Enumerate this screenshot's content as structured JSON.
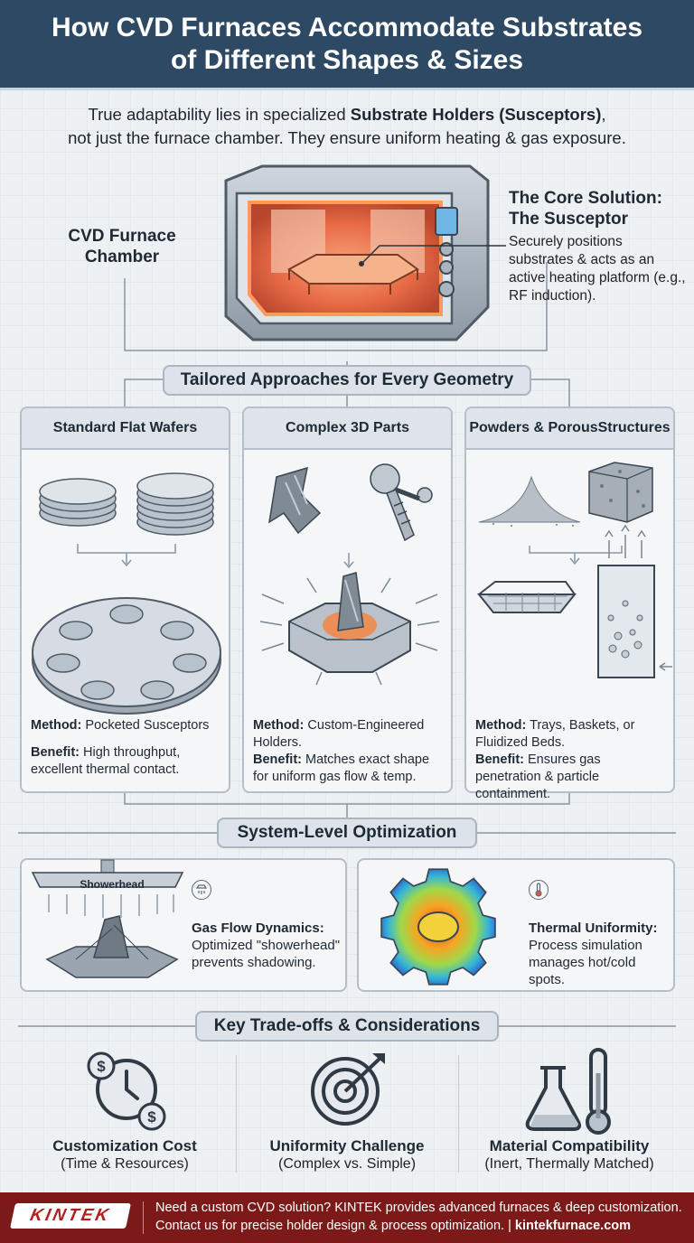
{
  "header": {
    "title_line1": "How CVD Furnaces Accommodate Substrates",
    "title_line2": "of Different Shapes & Sizes"
  },
  "intro": {
    "part1": "True adaptability lies in specialized ",
    "bold": "Substrate Holders (Susceptors)",
    "part2": ",",
    "line2": "not just the furnace chamber. They ensure uniform heating & gas exposure."
  },
  "furnace": {
    "chamber_label_1": "CVD Furnace",
    "chamber_label_2": "Chamber",
    "core_title_1": "The Core Solution:",
    "core_title_2": "The Susceptor",
    "core_desc": "Securely positions substrates & acts as an active heating platform (e.g., RF induction)."
  },
  "approaches": {
    "title": "Tailored Approaches for Every Geometry",
    "panels": [
      {
        "title": "Standard Flat Wafers",
        "method_label": "Method:",
        "method": " Pocketed Susceptors",
        "benefit_label": "Benefit:",
        "benefit": " High throughput, excellent thermal contact."
      },
      {
        "title": "Complex 3D Parts",
        "method_label": "Method:",
        "method": " Custom-Engineered Holders.",
        "benefit_label": "Benefit:",
        "benefit": " Matches exact shape for uniform gas flow & temp."
      },
      {
        "title_1": "Powders & Porous",
        "title_2": "Structures",
        "method_label": "Method:",
        "method": " Trays, Baskets, or Fluidized Beds.",
        "benefit_label": "Benefit:",
        "benefit": " Ensures gas penetration & particle containment."
      }
    ]
  },
  "system": {
    "title": "System-Level Optimization",
    "showerhead_label": "Showerhead",
    "gas_title": "Gas Flow Dynamics:",
    "gas_desc": "Optimized \"showerhead\" prevents shadowing.",
    "thermal_title": "Thermal Uniformity:",
    "thermal_desc": "Process simulation manages hot/cold spots."
  },
  "tradeoffs": {
    "title": "Key Trade-offs & Considerations",
    "items": [
      {
        "title": "Customization Cost",
        "sub": "(Time & Resources)",
        "icon": "clock-dollar-icon"
      },
      {
        "title": "Uniformity Challenge",
        "sub": "(Complex vs. Simple)",
        "icon": "target-arrow-icon"
      },
      {
        "title": "Material Compatibility",
        "sub": "(Inert, Thermally Matched)",
        "icon": "flask-thermometer-icon"
      }
    ]
  },
  "footer": {
    "logo": "KINTEK",
    "line1": "Need a custom CVD solution? KINTEK provides advanced furnaces & deep customization.",
    "line2": "Contact us for precise holder design & process optimization. | ",
    "link": "kintekfurnace.com"
  },
  "colors": {
    "header_bg": "#2e4963",
    "footer_bg": "#7c1a1a",
    "glow": "#f0743a"
  }
}
